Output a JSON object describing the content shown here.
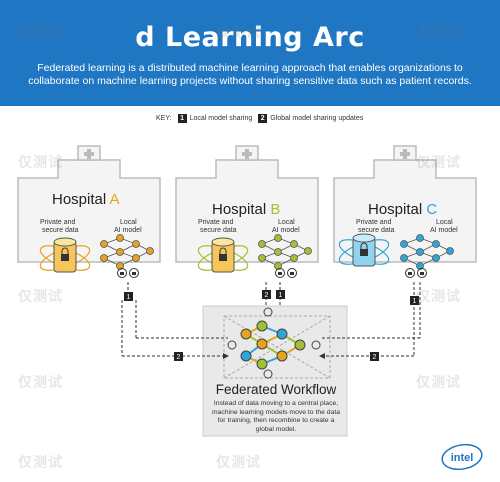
{
  "header": {
    "title": "d Learning Arc",
    "subtitle": "Federated learning is a distributed machine learning approach that enables organizations to collaborate on machine learning projects without sharing sensitive data such as patient records."
  },
  "key": {
    "label": "KEY:",
    "items": [
      {
        "num": "1",
        "text": "Local model sharing"
      },
      {
        "num": "2",
        "text": "Global model sharing updates"
      }
    ]
  },
  "hospitals": [
    {
      "name": "Hospital",
      "letter": "A",
      "data_label_1": "Private and",
      "data_label_2": "secure data",
      "model_label_1": "Local",
      "model_label_2": "AI model",
      "color": "#e5a320"
    },
    {
      "name": "Hospital",
      "letter": "B",
      "data_label_1": "Private and",
      "data_label_2": "secure data",
      "model_label_1": "Local",
      "model_label_2": "AI model",
      "color": "#a2c132"
    },
    {
      "name": "Hospital",
      "letter": "C",
      "data_label_1": "Private and",
      "data_label_2": "secure data",
      "model_label_1": "Local",
      "model_label_2": "AI model",
      "color": "#2ea6d8"
    }
  ],
  "markers": {
    "one": "1",
    "two": "2"
  },
  "workflow": {
    "title": "Federated Workflow",
    "description": "Instead of data moving to a central place, machine learning models move to the data for training, then recombine to create a global model."
  },
  "logo": "intel",
  "watermark": "仅测试",
  "colors": {
    "header": "#1f76c2",
    "accent_a": "#e5a320",
    "accent_b": "#a2c132",
    "accent_c": "#2ea6d8"
  }
}
